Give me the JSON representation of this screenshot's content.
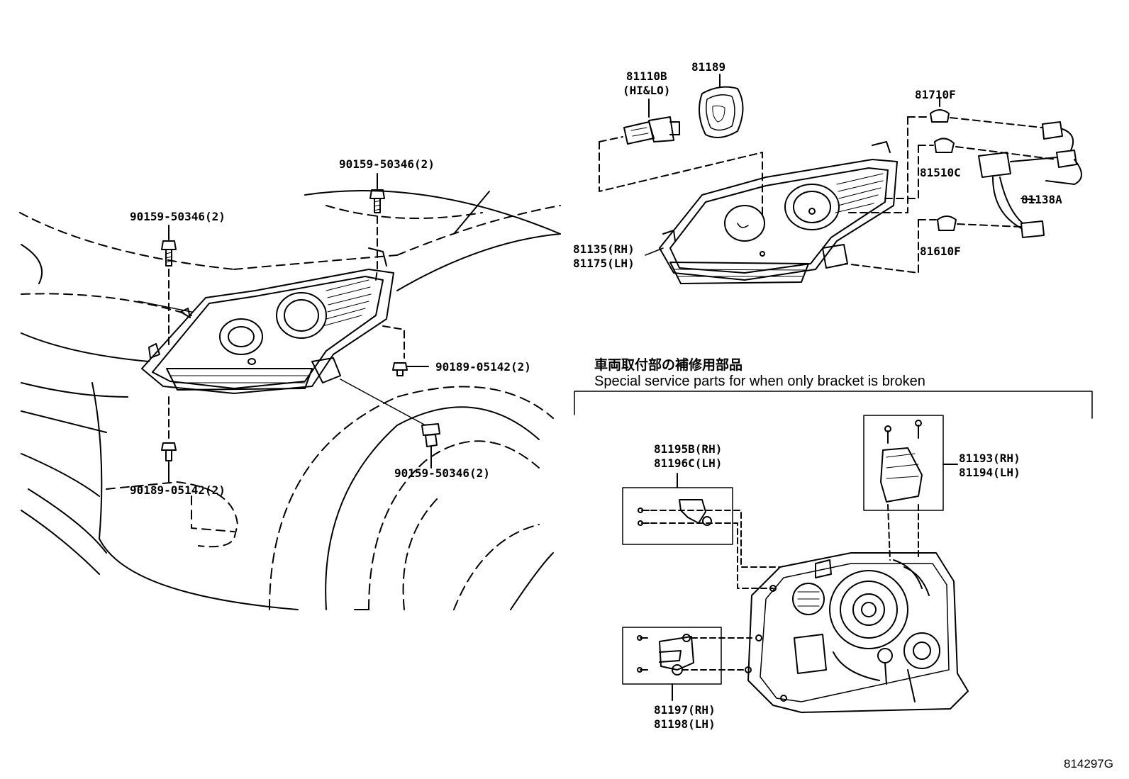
{
  "labels": {
    "bolt_top": "90159-50346(2)",
    "bolt_left": "90159-50346(2)",
    "bolt_bottom": "90159-50346(2)",
    "clip_right": "90189-05142(2)",
    "clip_bottom": "90189-05142(2)",
    "bulb_main": "81110B",
    "bulb_main_note": "(HI&LO)",
    "cover": "81189",
    "bulb_f1": "81710F",
    "bulb_c": "81510C",
    "harness": "81138A",
    "bulb_f2": "81610F",
    "lamp_rh": "81135(RH)",
    "lamp_lh": "81175(LH)",
    "kit_a_rh": "81195B(RH)",
    "kit_a_lh": "81196C(LH)",
    "kit_b_rh": "81193(RH)",
    "kit_b_lh": "81194(LH)",
    "kit_c_rh": "81197(RH)",
    "kit_c_lh": "81198(LH)"
  },
  "note": {
    "jp": "車両取付部の補修用部品",
    "en": "Special service parts for when only bracket is broken"
  },
  "diagram_code": "814297G"
}
